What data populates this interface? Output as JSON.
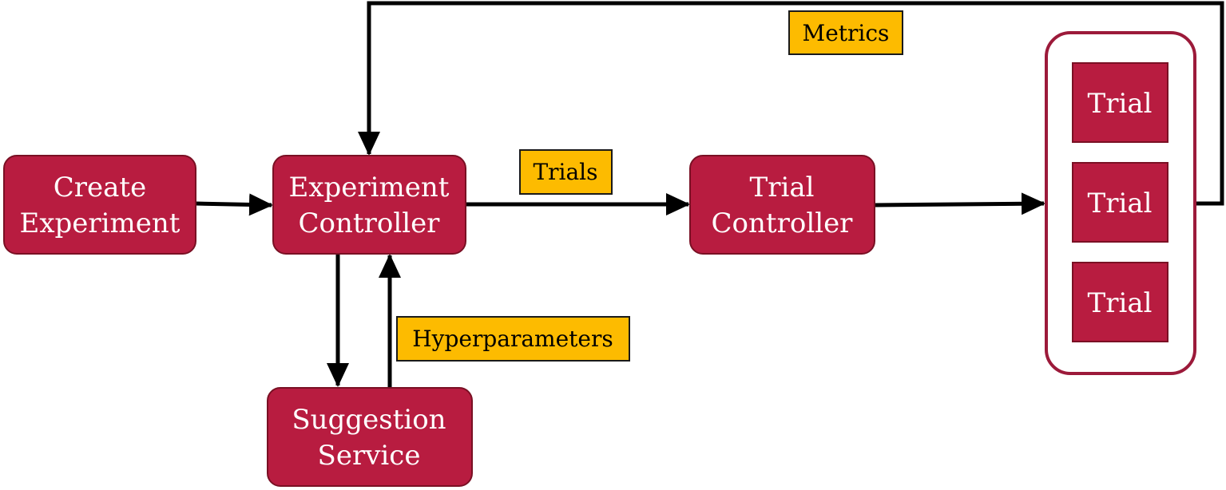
{
  "colors": {
    "node_fill": "#b81c40",
    "node_text": "#ffffff",
    "label_fill": "#fdbb00",
    "edge": "#000000",
    "group_border": "#9c1a3a"
  },
  "nodes": {
    "create_experiment": {
      "line1": "Create",
      "line2": "Experiment"
    },
    "experiment_controller": {
      "line1": "Experiment",
      "line2": "Controller"
    },
    "suggestion_service": {
      "line1": "Suggestion",
      "line2": "Service"
    },
    "trial_controller": {
      "line1": "Trial",
      "line2": "Controller"
    },
    "trials": [
      {
        "label": "Trial"
      },
      {
        "label": "Trial"
      },
      {
        "label": "Trial"
      }
    ]
  },
  "edge_labels": {
    "trials": "Trials",
    "metrics": "Metrics",
    "hyperparameters": "Hyperparameters"
  }
}
